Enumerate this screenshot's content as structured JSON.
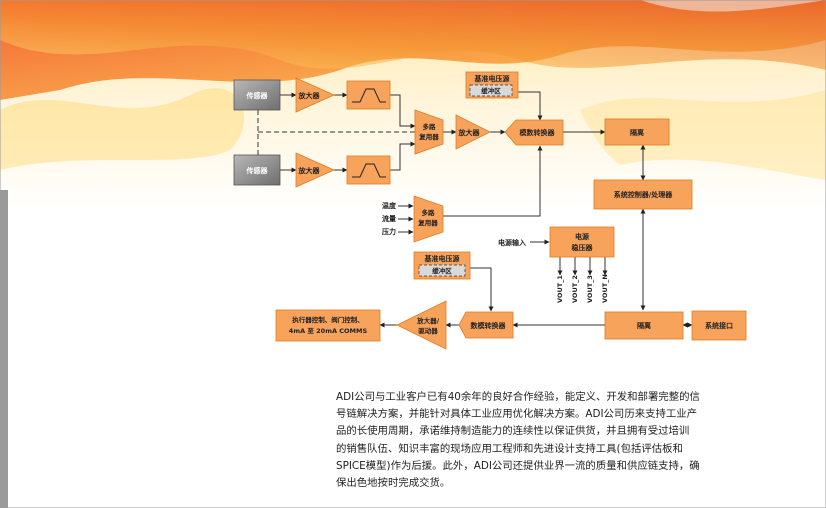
{
  "diagram": {
    "sensor_1": "传感器",
    "sensor_2": "传感器",
    "amplifier_1": "放大器",
    "amplifier_2": "放大器",
    "mux_1": [
      "多路",
      "复用器"
    ],
    "amplifier_3": "放大器",
    "adc": "模数转换器",
    "ref_top": "基准电压源",
    "buffer_top": "缓冲区",
    "isolation_top": "隔离",
    "system_controller": "系统控制器/处理器",
    "temperature": "温度",
    "flow": "流量",
    "pressure": "压力",
    "mux_2": [
      "多路",
      "复用器"
    ],
    "power_input": "电源输入",
    "regulator": [
      "电源",
      "稳压器"
    ],
    "vout_1": "VOUT_1",
    "vout_2": "VOUT_2",
    "vout_3": "VOUT_3",
    "vout_n": "VOUT_N",
    "ref_bottom": "基准电压源",
    "buffer_bottom": "缓冲区",
    "dac": "数模转换器",
    "amp_driver": [
      "放大器/",
      "驱动器"
    ],
    "actuator": [
      "执行器控制、阀门控制、",
      "4mA 至 20mA COMMS"
    ],
    "isolation_bottom": "隔离",
    "system_interface": "系统接口"
  },
  "paragraph": [
    "ADI公司与工业客户已有40余年的良好合作经验，能定义、开发和部署完整的信",
    "号链解决方案，并能针对具体工业应用优化解决方案。ADI公司历来支持工业产",
    "品的长使用周期，承诺维持制造能力的连续性以保证供货，并且拥有受过培训",
    "的销售队伍、知识丰富的现场应用工程师和先进设计支持工具(包括评估板和",
    "SPICE模型)作为后援。此外，ADI公司还提供业界一流的质量和供应链支持，确",
    "保出色地按时完成交货。"
  ],
  "colors": {
    "orange": "#f7a35c",
    "orange_stroke": "#e07a1e",
    "sensor_gray": "#8c8c8c",
    "banner_red": "#e8481c",
    "banner_yellow": "#fbd64a"
  }
}
